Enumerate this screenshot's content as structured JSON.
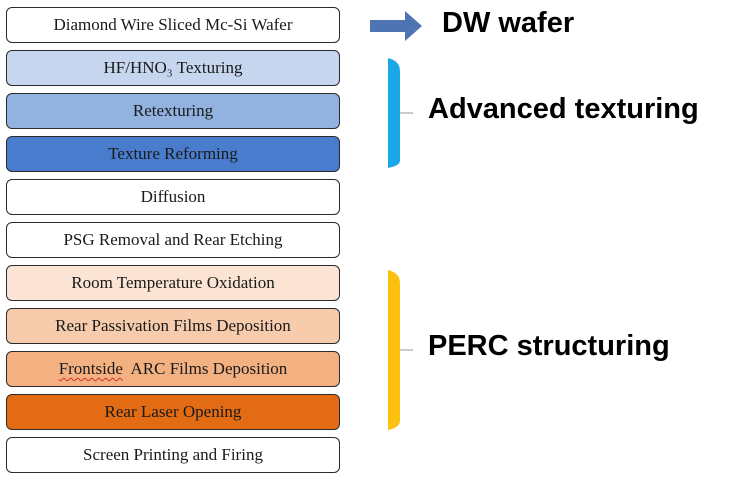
{
  "steps": [
    {
      "label": "Diamond Wire Sliced Mc-Si Wafer",
      "fill": "#ffffff"
    },
    {
      "label": "HF/HNO₃ Texturing",
      "fill": "#c6d6ee"
    },
    {
      "label": "Retexturing",
      "fill": "#92b2e0"
    },
    {
      "label": "Texture Reforming",
      "fill": "#4a7ccd"
    },
    {
      "label": "Diffusion",
      "fill": "#ffffff"
    },
    {
      "label": "PSG Removal and Rear Etching",
      "fill": "#ffffff"
    },
    {
      "label": "Room Temperature Oxidation",
      "fill": "#fbe4d3"
    },
    {
      "label": "Rear Passivation Films Deposition",
      "fill": "#f7ccac"
    },
    {
      "label_parts": [
        "Frontside",
        "  ARC Films Deposition"
      ],
      "fill": "#f3b182"
    },
    {
      "label": "Rear Laser Opening",
      "fill": "#e26b14"
    },
    {
      "label": "Screen Printing and Firing",
      "fill": "#ffffff"
    }
  ],
  "annotations": {
    "dw_wafer": "DW wafer",
    "advanced_texturing": "Advanced texturing",
    "perc_structuring": "PERC structuring"
  },
  "colors": {
    "arrow": "#4f74b3",
    "texturing_bracket": "#1aa7e8",
    "perc_bracket": "#fcc10f",
    "box_border": "#2b2b2b"
  }
}
